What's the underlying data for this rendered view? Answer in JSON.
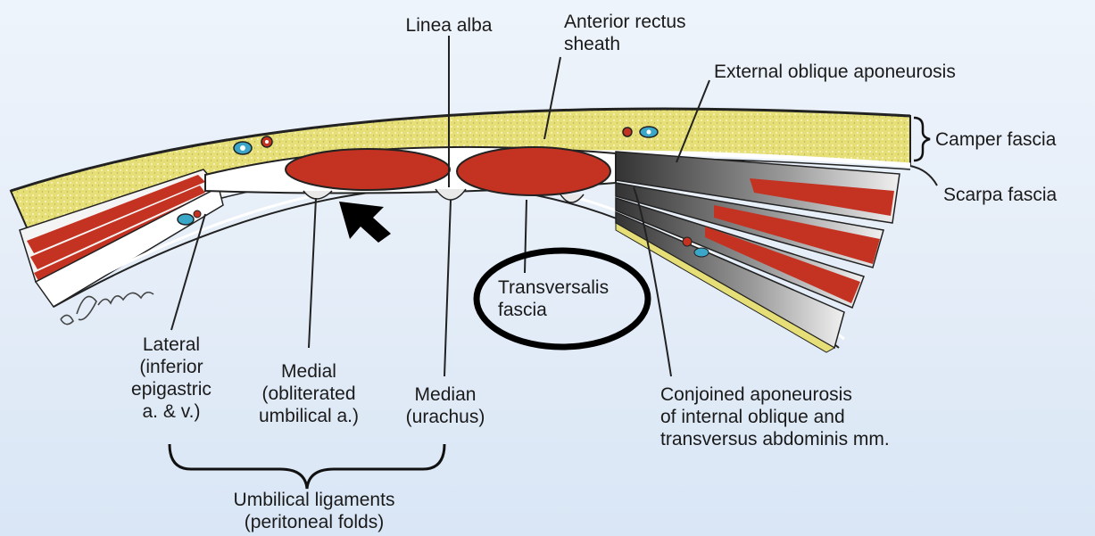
{
  "labels": {
    "linea_alba": "Linea alba",
    "anterior_rectus_sheath": "Anterior rectus\nsheath",
    "external_oblique_aponeurosis": "External oblique aponeurosis",
    "camper_fascia": "Camper fascia",
    "scarpa_fascia": "Scarpa fascia",
    "transversalis_fascia": "Transversalis\nfascia",
    "lateral_ligament": "Lateral\n(inferior\nepigastric\na. & v.)",
    "medial_ligament": "Medial\n(obliterated\numbilical a.)",
    "median_ligament": "Median\n(urachus)",
    "conjoined_aponeurosis": "Conjoined aponeurosis\nof internal oblique and\ntransversus abdominis mm.",
    "umbilical_ligaments": "Umbilical ligaments\n(peritoneal folds)"
  },
  "colors": {
    "background": "#e6eef8",
    "subcutaneous_fat": "#e6df78",
    "muscle": "#c43222",
    "fascia_outline": "#1a1a1a",
    "circle_highlight": "#000000",
    "vessel_blue": "#3aa7c8",
    "vessel_red": "#c43222"
  },
  "annotations": {
    "highlight": "circle-around-transversalis-fascia",
    "pointer": "arrow-pointing-to-medial-umbilical-fold"
  }
}
